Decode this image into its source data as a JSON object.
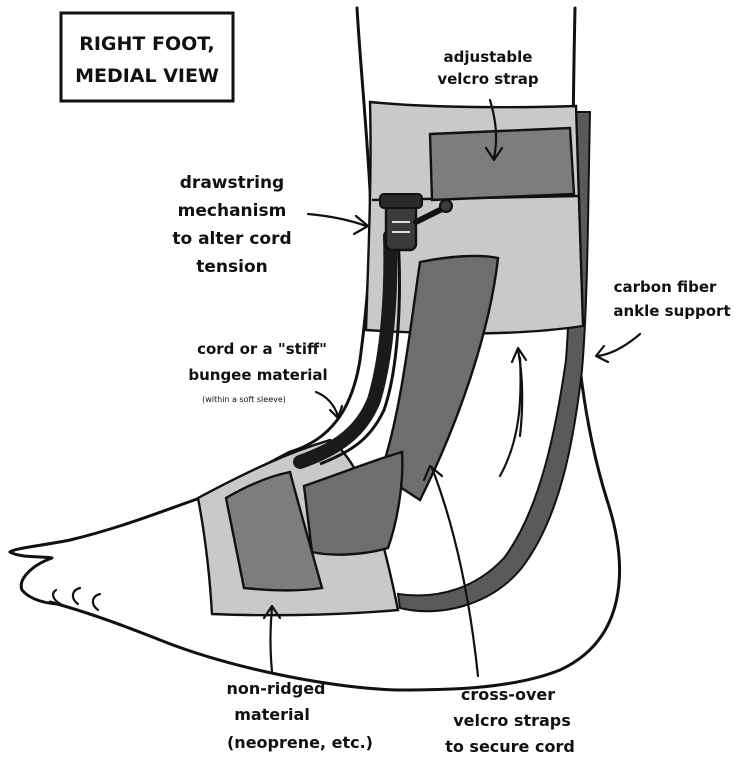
{
  "title_box": {
    "line1": "RIGHT FOOT,",
    "line2": "MEDIAL VIEW"
  },
  "labels": {
    "adjustable_strap": [
      "adjustable",
      "velcro strap"
    ],
    "drawstring": [
      "drawstring",
      "mechanism",
      "to alter cord",
      "tension"
    ],
    "carbon_fiber": [
      "carbon fiber",
      "ankle support"
    ],
    "cord": [
      "cord or a \"stiff\"",
      "bungee material"
    ],
    "cord_note": "(within a soft sleeve)",
    "non_rigid": [
      "non-ridged",
      "material",
      "(neoprene, etc.)"
    ],
    "cross_over": [
      "cross-over",
      "velcro straps",
      "to secure cord"
    ]
  },
  "colors": {
    "ink": "#111111",
    "light_band": "#c9c9c9",
    "dark_strap": "#6e6e6e",
    "cord": "#1a1a1a"
  }
}
